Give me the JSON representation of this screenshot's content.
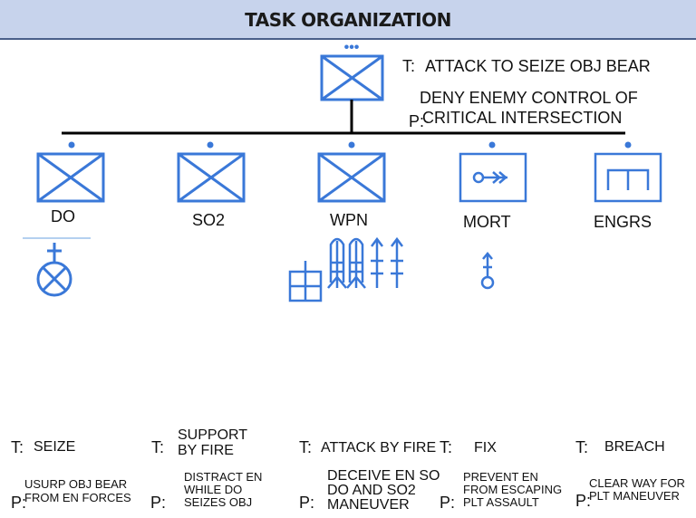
{
  "title": "TASK ORGANIZATION",
  "colors": {
    "symbol": "#3a78d8",
    "header_bg": "#c7d3ec",
    "line": "#000000"
  },
  "hq": {
    "echelon": "•••",
    "task_prefix": "T:",
    "task": "ATTACK TO SEIZE OBJ BEAR",
    "purpose_prefix": "P:",
    "purpose_line1": "DENY ENEMY CONTROL OF",
    "purpose_line2": "CRITICAL INTERSECTION"
  },
  "units": [
    {
      "id": "do",
      "label": "DO",
      "symbol": "infantry",
      "echelon": "•",
      "attached": "observer-icon",
      "task_prefix": "T:",
      "task": [
        "SEIZE"
      ],
      "purpose_prefix": "P:",
      "purpose": [
        "USURP OBJ BEAR",
        "FROM EN FORCES"
      ]
    },
    {
      "id": "so2",
      "label": "SO2",
      "symbol": "infantry",
      "echelon": "•",
      "task_prefix": "T:",
      "task": [
        "SUPPORT",
        "BY FIRE"
      ],
      "purpose_prefix": "P:",
      "purpose": [
        "DISTRACT EN",
        "WHILE DO",
        "SEIZES OBJ"
      ]
    },
    {
      "id": "wpn",
      "label": "WPN",
      "symbol": "infantry",
      "echelon": "•",
      "attached": "weapons-icons",
      "task_prefix": "T:",
      "task": [
        "ATTACK BY FIRE"
      ],
      "purpose_prefix": "P:",
      "purpose": [
        "DECEIVE EN SO",
        "DO AND SO2",
        "MANEUVER"
      ]
    },
    {
      "id": "mort",
      "label": "MORT",
      "symbol": "mortar",
      "echelon": "•",
      "attached": "mortar-icon",
      "task_prefix": "T:",
      "task": [
        "FIX"
      ],
      "purpose_prefix": "P:",
      "purpose": [
        "PREVENT EN",
        "FROM ESCAPING",
        "PLT ASSAULT"
      ]
    },
    {
      "id": "engrs",
      "label": "ENGRS",
      "symbol": "engineer",
      "echelon": "•",
      "task_prefix": "T:",
      "task": [
        "BREACH"
      ],
      "purpose_prefix": "P:",
      "purpose": [
        "CLEAR WAY FOR",
        "PLT MANEUVER"
      ]
    }
  ]
}
